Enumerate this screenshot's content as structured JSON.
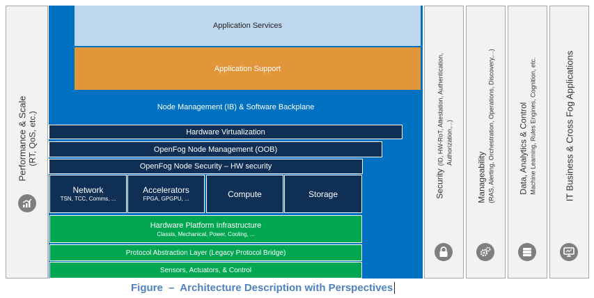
{
  "left_perspective": {
    "title": "Performance & Scale",
    "subtitle": "(RT, QoS, etc.)",
    "icon": "performance-chart-icon"
  },
  "layers": {
    "application_services": "Application Services",
    "application_support": "Application Support",
    "node_management": "Node Management (IB) & Software Backplane",
    "hardware_virtualization": "Hardware Virtualization",
    "openfog_node_management": "OpenFog Node Management (OOB)",
    "openfog_node_security": "OpenFog Node Security – HW security",
    "components": [
      {
        "title": "Network",
        "subtitle": "TSN, TCC, Comms, ..."
      },
      {
        "title": "Accelerators",
        "subtitle": "FPGA, GPGPU, ..."
      },
      {
        "title": "Compute",
        "subtitle": ""
      },
      {
        "title": "Storage",
        "subtitle": ""
      }
    ],
    "hardware_platform": {
      "title": "Hardware Platform Infrastructure",
      "subtitle": "Classis, Mechanical, Power, Cooling, ..."
    },
    "protocol_abstraction": "Protocol Abstraction Layer (Legacy Protocol Bridge)",
    "sensors": "Sensors, Actuators, & Control"
  },
  "right_perspectives": [
    {
      "title": "Security",
      "line1": "(ID, HW-RoT, Attestation, Authentication,",
      "line2": "Authorization,...)",
      "icon": "lock-icon"
    },
    {
      "title": "Manageability",
      "line1": "(RAS, Alerting, Orchestration, Operations, Discovery,...)",
      "line2": "",
      "icon": "gears-icon"
    },
    {
      "title": "Data, Analytics & Control",
      "line1": "Machine Learning, Rules Engines, Cognition, etc.",
      "line2": "",
      "icon": "database-icon"
    },
    {
      "title": "IT Business & Cross Fog Applications",
      "line1": "",
      "line2": "",
      "icon": "monitor-icon"
    }
  ],
  "caption": "Figure  –  Architecture Description with Perspectives",
  "colors": {
    "blue": "#0070c0",
    "light_blue": "#bdd7ee",
    "orange": "#e2963a",
    "navy": "#0f2f55",
    "green": "#00a650",
    "caption": "#4f81bd",
    "icon_gray": "#7f7f7f"
  }
}
